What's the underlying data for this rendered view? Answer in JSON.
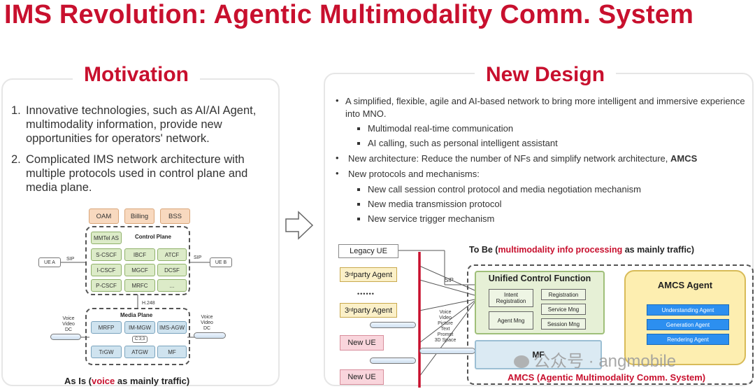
{
  "title": "IMS Revolution: Agentic Multimodality Comm. System",
  "colors": {
    "accent": "#c8102e",
    "control_plane": "#dcebc8",
    "media_plane": "#cfe3ef",
    "mgmt": "#f8d9bf",
    "agent_bar": "#2c8ff0"
  },
  "motivation": {
    "heading": "Motivation",
    "items": [
      {
        "num": "1.",
        "text": "Innovative technologies, such as AI/AI Agent, multimodality information, provide new opportunities for operators' network."
      },
      {
        "num": "2.",
        "text": "Complicated IMS network architecture with multiple protocols used in control plane and media plane."
      }
    ],
    "diagram": {
      "mgmt": [
        "OAM",
        "Billing",
        "BSS"
      ],
      "control_plane_label": "Control Plane",
      "control_nodes": [
        "MMTel AS",
        "S-CSCF",
        "IBCF",
        "ATCF",
        "I-CSCF",
        "MGCF",
        "DCSF",
        "P-CSCF",
        "MRFC",
        "..."
      ],
      "media_plane_label": "Media Plane",
      "media_nodes": [
        "MRFP",
        "IM-MGW",
        "IMS-AGW",
        "TrGW",
        "ATGW",
        "MF"
      ],
      "cx3": "C:3;3",
      "h248": "H.248",
      "ue_a": "UE A",
      "ue_b": "UE B",
      "sip_left": "SIP",
      "sip_right": "SIP",
      "media_left": [
        "Voice",
        "Video",
        "DC"
      ],
      "media_right": [
        "Voice",
        "Video",
        "DC"
      ]
    },
    "caption_prefix": "As Is (",
    "caption_red": "voice",
    "caption_suffix": " as mainly traffic)"
  },
  "new_design": {
    "heading": "New Design",
    "bullets": [
      {
        "level": 1,
        "text": "A simplified, flexible, agile and AI-based network to bring more intelligent and immersive experience into MNO."
      },
      {
        "level": 2,
        "text": "Multimodal real-time communication"
      },
      {
        "level": 2,
        "text": "AI calling, such as personal intelligent assistant"
      },
      {
        "level": 1,
        "text": "New architecture: Reduce the number of NFs and simplify network architecture,",
        "bold_tail": "AMCS"
      },
      {
        "level": 1,
        "text": "New protocols and mechanisms:"
      },
      {
        "level": 2,
        "text": "New call session control protocol and media negotiation mechanism"
      },
      {
        "level": 2,
        "text": "New media transmission protocol"
      },
      {
        "level": 2,
        "text": "New service trigger mechanism"
      }
    ],
    "diagram": {
      "legacy_ue": "Legacy UE",
      "agent_prefix": "3",
      "agent_sup": "rd",
      "agent_suffix": " party Agent",
      "dots": "••••••",
      "new_ue": "New UE",
      "sip": "SIP",
      "media_types": [
        "Voice",
        "Video",
        "Picture",
        "Text",
        "Prompt",
        "3D Space"
      ],
      "to_be_prefix": "To Be (",
      "to_be_red": "multimodality info processing",
      "to_be_suffix": " as mainly traffic)",
      "ucf_title": "Unified Control Function",
      "ucf_left": [
        "Intent Registration",
        "Agent Mng"
      ],
      "ucf_right": [
        "Registration",
        "Service Mng",
        "Session Mng"
      ],
      "amcs_agent_title": "AMCS Agent",
      "amcs_agents": [
        "Understanding Agent",
        "Generation Agent",
        "Rendering Agent"
      ],
      "mf": "MF",
      "amcs_full": "AMCS (Agentic Multimodality Comm. System)"
    }
  },
  "watermark": "公众号 · angmobile"
}
